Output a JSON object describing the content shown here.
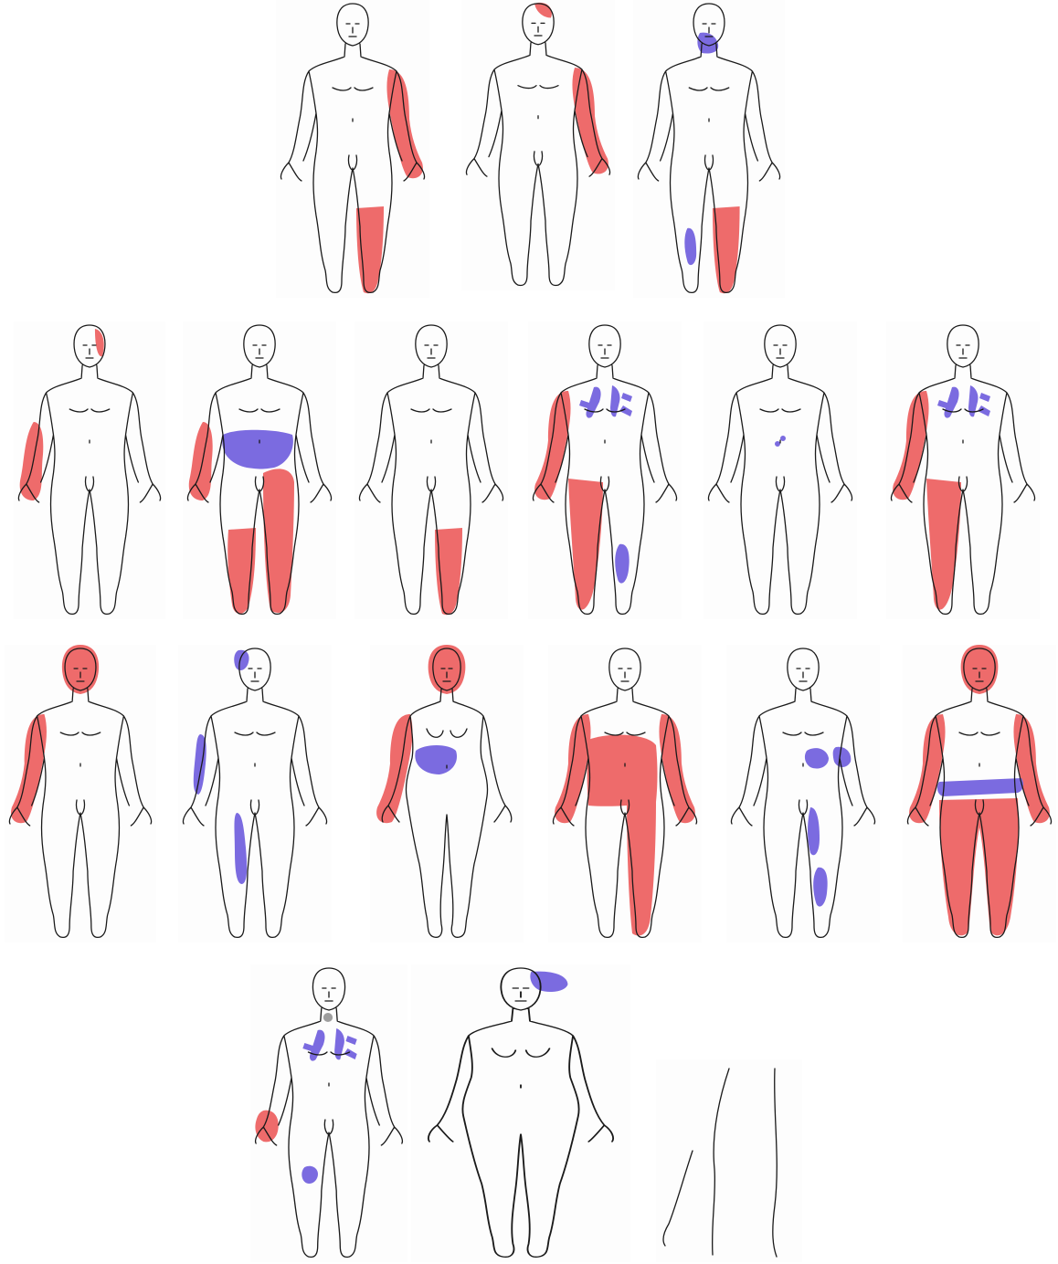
{
  "colors": {
    "background": "#ffffff",
    "outline": "#1a1a1a",
    "red_region": "#ee6b6b",
    "blue_region": "#7b6be0",
    "gray_region": "#9e9e9e"
  },
  "figures": [
    {
      "body": "male",
      "regions": [
        {
          "color": "red",
          "part": "left-arm"
        },
        {
          "color": "red",
          "part": "left-lower-leg"
        }
      ]
    },
    {
      "body": "male",
      "regions": [
        {
          "color": "red",
          "part": "head-top-right"
        },
        {
          "color": "red",
          "part": "left-arm"
        }
      ]
    },
    {
      "body": "male",
      "regions": [
        {
          "color": "blue",
          "part": "left-jaw-neck"
        },
        {
          "color": "blue",
          "part": "right-shin"
        },
        {
          "color": "red",
          "part": "left-lower-leg"
        }
      ]
    },
    {
      "body": "male",
      "regions": [
        {
          "color": "red",
          "part": "head-left-side"
        },
        {
          "color": "red",
          "part": "right-forearm-hand"
        }
      ]
    },
    {
      "body": "male",
      "regions": [
        {
          "color": "red",
          "part": "right-forearm-hand"
        },
        {
          "color": "blue",
          "part": "lower-abdomen"
        },
        {
          "color": "red",
          "part": "left-thigh-leg"
        },
        {
          "color": "red",
          "part": "right-lower-leg"
        }
      ]
    },
    {
      "body": "male",
      "regions": [
        {
          "color": "red",
          "part": "left-lower-leg"
        }
      ]
    },
    {
      "body": "male",
      "regions": [
        {
          "color": "blue",
          "part": "chest-marks"
        },
        {
          "color": "red",
          "part": "right-arm"
        },
        {
          "color": "red",
          "part": "right-leg"
        },
        {
          "color": "blue",
          "part": "left-shin"
        }
      ]
    },
    {
      "body": "male",
      "regions": [
        {
          "color": "blue",
          "part": "navel-dots"
        }
      ]
    },
    {
      "body": "male",
      "regions": [
        {
          "color": "blue",
          "part": "chest-marks"
        },
        {
          "color": "red",
          "part": "right-arm"
        },
        {
          "color": "red",
          "part": "right-leg"
        }
      ]
    },
    {
      "body": "male",
      "regions": [
        {
          "color": "red",
          "part": "whole-head"
        },
        {
          "color": "red",
          "part": "right-arm"
        }
      ]
    },
    {
      "body": "male",
      "regions": [
        {
          "color": "blue",
          "part": "head-right"
        },
        {
          "color": "blue",
          "part": "right-forearm"
        },
        {
          "color": "blue",
          "part": "right-thigh"
        }
      ]
    },
    {
      "body": "female",
      "regions": [
        {
          "color": "red",
          "part": "whole-head"
        },
        {
          "color": "red",
          "part": "right-arm"
        },
        {
          "color": "blue",
          "part": "abdomen"
        }
      ]
    },
    {
      "body": "male",
      "regions": [
        {
          "color": "red",
          "part": "both-arms"
        },
        {
          "color": "red",
          "part": "trunk-left"
        },
        {
          "color": "red",
          "part": "left-leg"
        }
      ]
    },
    {
      "body": "male",
      "regions": [
        {
          "color": "blue",
          "part": "left-elbow"
        },
        {
          "color": "blue",
          "part": "left-thigh"
        },
        {
          "color": "blue",
          "part": "left-shin"
        }
      ]
    },
    {
      "body": "male",
      "regions": [
        {
          "color": "red",
          "part": "whole-head"
        },
        {
          "color": "red",
          "part": "both-arms"
        },
        {
          "color": "blue",
          "part": "waist-band"
        },
        {
          "color": "red",
          "part": "both-legs"
        }
      ]
    },
    {
      "body": "male",
      "regions": [
        {
          "color": "gray",
          "part": "throat-dot"
        },
        {
          "color": "blue",
          "part": "chest-marks"
        },
        {
          "color": "red",
          "part": "right-hand"
        },
        {
          "color": "blue",
          "part": "right-knee"
        }
      ]
    },
    {
      "body": "female",
      "regions": [
        {
          "color": "blue",
          "part": "head-left"
        }
      ]
    },
    {
      "body": "partial",
      "regions": []
    }
  ]
}
